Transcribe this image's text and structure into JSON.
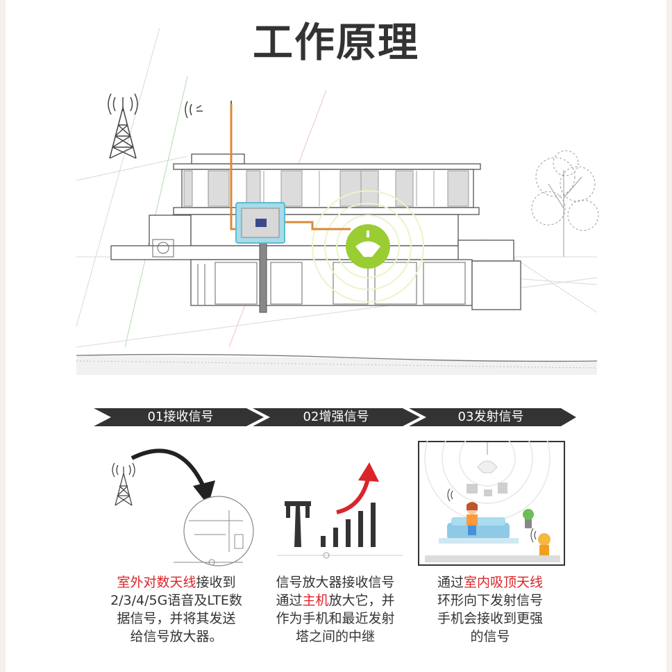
{
  "title": "工作原理",
  "steps": [
    {
      "label": "01接收信号"
    },
    {
      "label": "02增强信号"
    },
    {
      "label": "03发射信号"
    }
  ],
  "captions": [
    {
      "highlight": "室外对数天线",
      "lines": [
        "接收到",
        "2/3/4/5G语音及LTE数",
        "据信号，并将其发送",
        "给信号放大器。"
      ]
    },
    {
      "line1": "信号放大器接收信号",
      "pre": "通过",
      "highlight": "主机",
      "post": "放大它，并",
      "line3": "作为手机和最近发射",
      "line4": "塔之间的中继"
    },
    {
      "pre": "通过",
      "highlight": "室内吸顶天线",
      "line2": "环形向下发射信号",
      "line3": "手机会接收到更强",
      "line4": "的信号"
    }
  ],
  "colors": {
    "step_bar": "#333333",
    "highlight": "#d9252a",
    "signal_arrow": "#d9252a",
    "cable": "#d98a3a",
    "indoor_antenna": "#9acd32",
    "booster_frame": "#7fd3e8"
  },
  "icons": [
    "cell-tower-icon",
    "signal-waves-icon",
    "booster-device-icon",
    "ceiling-antenna-icon",
    "signal-bars-icon",
    "up-arrow-icon",
    "curved-arrow-icon"
  ]
}
